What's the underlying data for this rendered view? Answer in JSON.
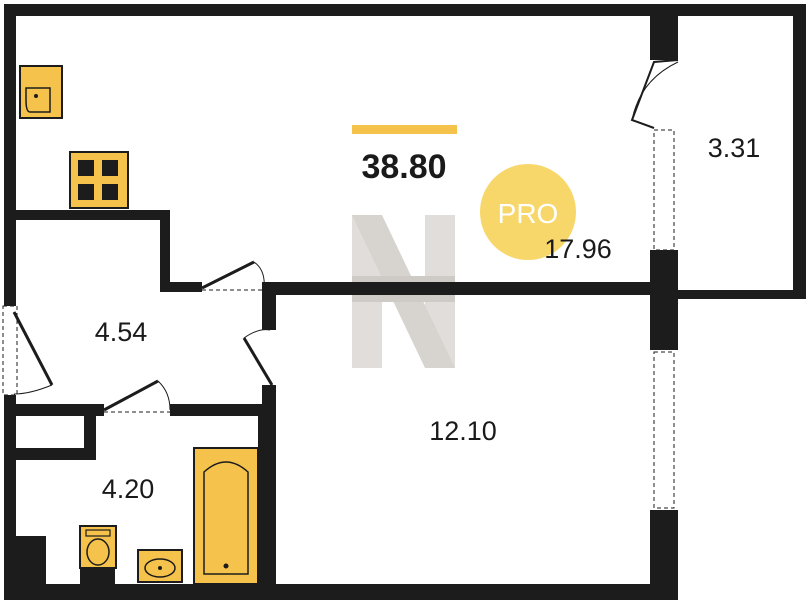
{
  "plan": {
    "total_area": "38.80",
    "badge": "PRO",
    "rooms": {
      "living": "17.96",
      "balcony": "3.31",
      "hall": "4.54",
      "bedroom": "12.10",
      "bathroom": "4.20"
    }
  },
  "colors": {
    "wall": "#1c1c1c",
    "fixture": "#f5c24c",
    "accent_bar": "#f5c24c",
    "badge": "#f8d76a",
    "watermark": "#c9c3bd"
  },
  "icons": [
    "kitchen-sink-icon",
    "stove-icon",
    "bathtub-icon",
    "toilet-icon",
    "wash-basin-icon",
    "door-icon",
    "window-icon",
    "watermark-logo"
  ]
}
